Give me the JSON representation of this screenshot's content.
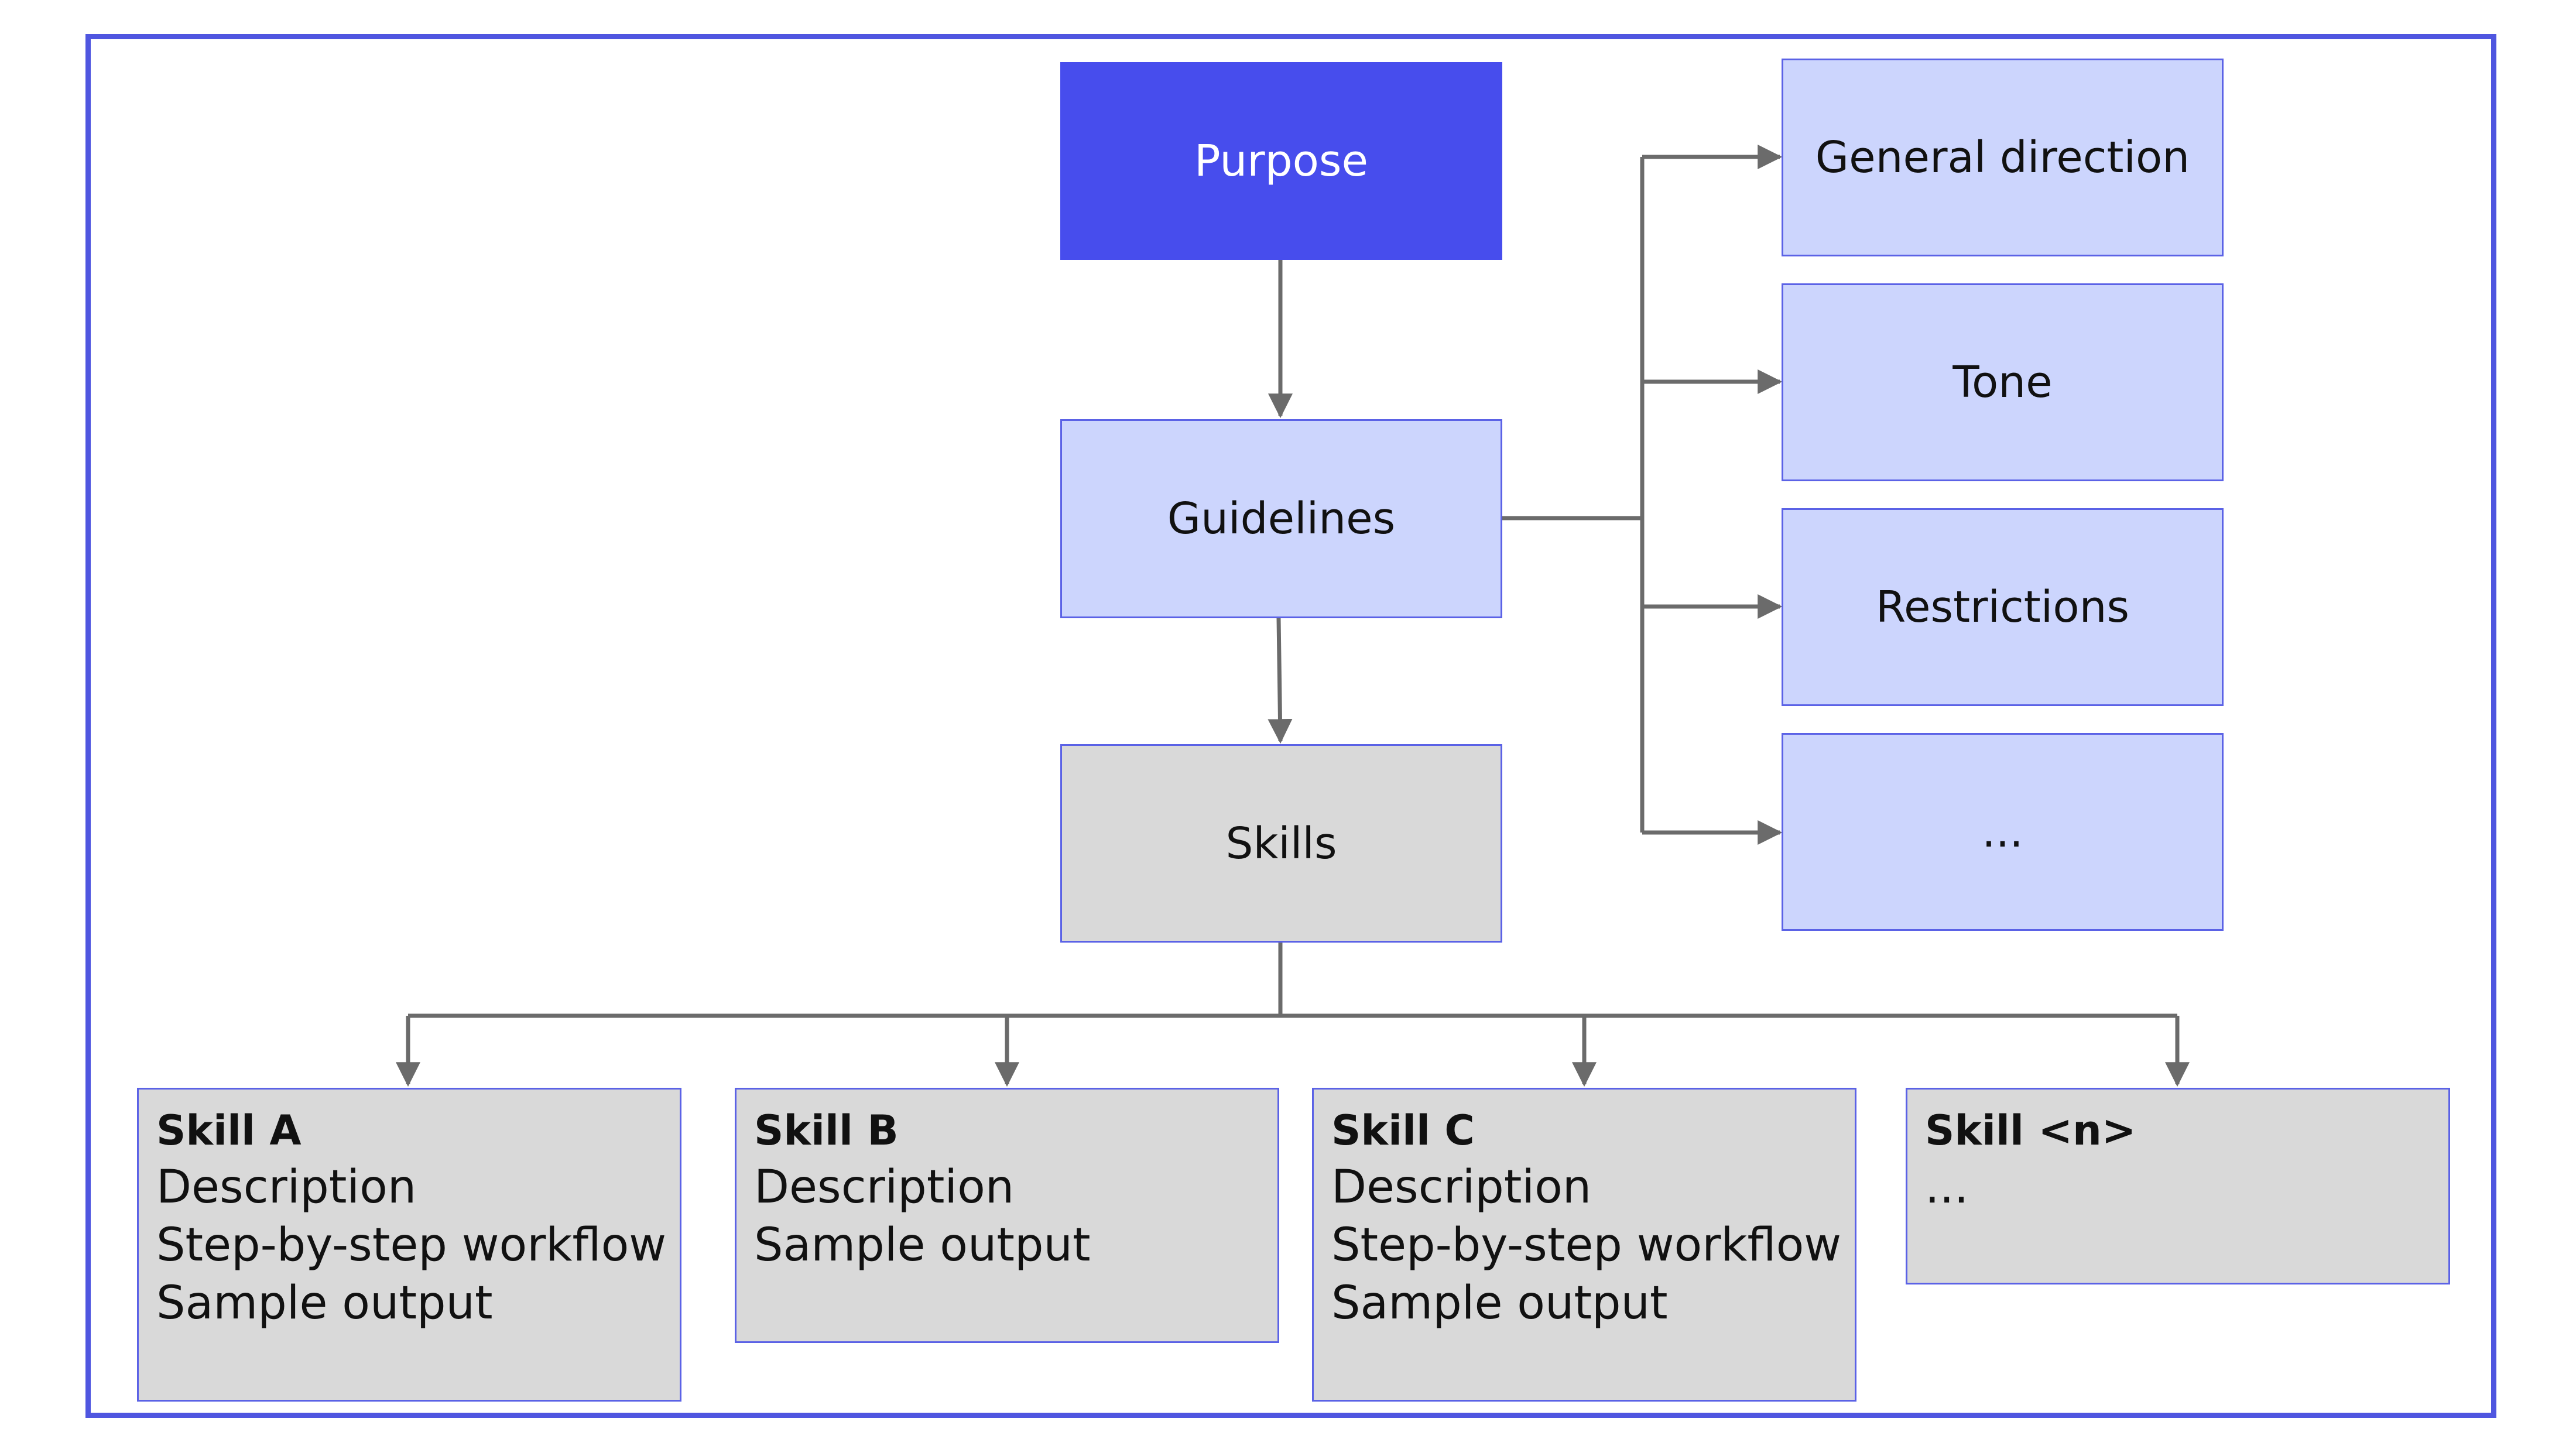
{
  "diagram": {
    "purpose": "Purpose",
    "guidelines": "Guidelines",
    "skills": "Skills",
    "guideline_items": [
      "General direction",
      "Tone",
      "Restrictions",
      "..."
    ],
    "skill_cards": [
      {
        "title": "Skill A",
        "lines": [
          "Description",
          "Step-by-step workflow",
          "Sample output"
        ]
      },
      {
        "title": "Skill B",
        "lines": [
          "Description",
          "Sample output"
        ]
      },
      {
        "title": "Skill C",
        "lines": [
          "Description",
          "Step-by-step workflow",
          "Sample output"
        ]
      },
      {
        "title": "Skill <n>",
        "lines": [
          "..."
        ]
      }
    ]
  },
  "colors": {
    "frame": "#4f56e0",
    "primary": "#474ded",
    "light": "#ccd5fd",
    "gray": "#d9d9d9",
    "connector": "#6b6b6b"
  }
}
